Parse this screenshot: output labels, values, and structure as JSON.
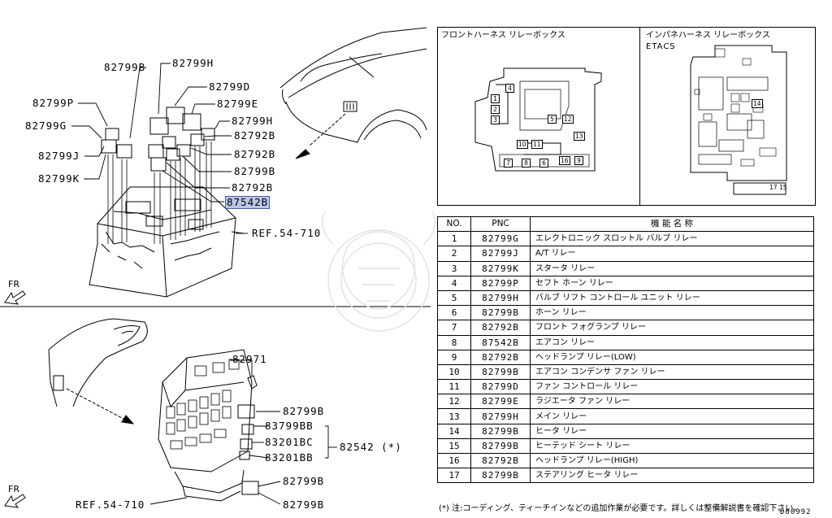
{
  "upper_callouts": {
    "c1": "82799B",
    "c2": "82799H",
    "c3": "82799D",
    "c4": "82799P",
    "c5": "82799E",
    "c6": "82799G",
    "c7": "82799H",
    "c8": "82792B",
    "c9": "82799J",
    "c10": "82792B",
    "c11": "82799B",
    "c12": "82799K",
    "c13": "82792B",
    "c14": "87542B",
    "ref": "REF.54-710",
    "fr": "FR"
  },
  "lower_callouts": {
    "c1": "82971",
    "c2": "82799B",
    "c3": "83799BB",
    "c4": "83201BC",
    "c5": "82542 (*)",
    "c6": "83201BB",
    "c7": "82799B",
    "c8": "82799B",
    "ref": "REF.54-710",
    "fr": "FR"
  },
  "relay_boxes": {
    "front_title": "フロントハーネス リレーボックス",
    "instr_title": "インパネハーネス リレーボックス",
    "instr_subtitle": "ETACS",
    "front_slots": [
      "4",
      "1",
      "2",
      "3",
      "5",
      "12",
      "13",
      "10",
      "11",
      "7",
      "8",
      "6",
      "16",
      "9"
    ],
    "instr_slots": [
      "14",
      "17",
      "15"
    ]
  },
  "table": {
    "headers": [
      "NO.",
      "PNC",
      "機 能 名 称"
    ],
    "rows": [
      {
        "no": "1",
        "pnc": "82799G",
        "name": "エレクトロニック スロットル バルブ リレー"
      },
      {
        "no": "2",
        "pnc": "82799J",
        "name": "A/T リレー"
      },
      {
        "no": "3",
        "pnc": "82799K",
        "name": "スタータ リレー"
      },
      {
        "no": "4",
        "pnc": "82799P",
        "name": "セフト ホーン リレー"
      },
      {
        "no": "5",
        "pnc": "82799H",
        "name": "バルブ リフト コントロール ユニット リレー"
      },
      {
        "no": "6",
        "pnc": "82799B",
        "name": "ホーン リレー"
      },
      {
        "no": "7",
        "pnc": "82792B",
        "name": "フロント フォグランプ リレー"
      },
      {
        "no": "8",
        "pnc": "87542B",
        "name": "エアコン リレー"
      },
      {
        "no": "9",
        "pnc": "82792B",
        "name": "ヘッドランプ リレー(LOW)"
      },
      {
        "no": "10",
        "pnc": "82799B",
        "name": "エアコン コンデンサ ファン リレー"
      },
      {
        "no": "11",
        "pnc": "82799D",
        "name": "ファン コントロール リレー"
      },
      {
        "no": "12",
        "pnc": "82799E",
        "name": "ラジエータ ファン リレー"
      },
      {
        "no": "13",
        "pnc": "82799H",
        "name": "メイン リレー"
      },
      {
        "no": "14",
        "pnc": "82799B",
        "name": "ヒータ リレー"
      },
      {
        "no": "15",
        "pnc": "82799B",
        "name": "ヒーテッド シート リレー"
      },
      {
        "no": "16",
        "pnc": "82792B",
        "name": "ヘッドランプ リレー(HIGH)"
      },
      {
        "no": "17",
        "pnc": "82799B",
        "name": "ステアリング ヒータ リレー"
      }
    ]
  },
  "note": "(*) 注:コーディング、ティーチインなどの追加作業が必要です。詳しくは整備解説書を確認下さい。",
  "diagram_code": "D00992",
  "colors": {
    "highlight": "#b9c7e8"
  }
}
